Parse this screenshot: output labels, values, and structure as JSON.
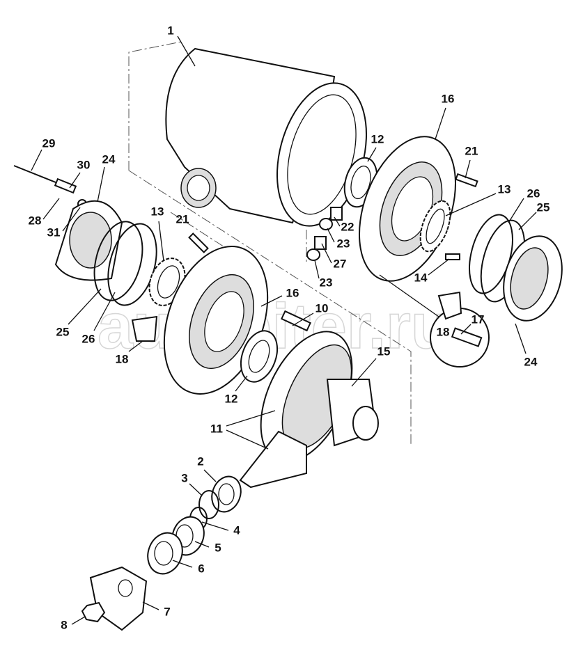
{
  "diagram": {
    "type": "exploded parts diagram",
    "watermark": "autopiter.ru"
  },
  "callouts": [
    "1",
    "16",
    "29",
    "30",
    "24",
    "12",
    "21",
    "13",
    "26",
    "25",
    "28",
    "31",
    "13",
    "21",
    "22",
    "23",
    "27",
    "23",
    "14",
    "16",
    "10",
    "17",
    "18",
    "25",
    "26",
    "18",
    "15",
    "24",
    "12",
    "11",
    "2",
    "3",
    "4",
    "5",
    "6",
    "7",
    "8"
  ]
}
